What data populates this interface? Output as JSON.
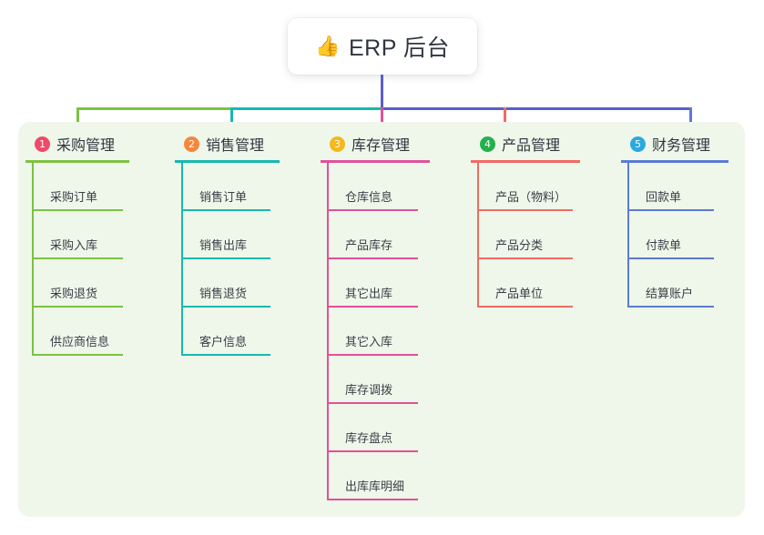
{
  "diagram": {
    "type": "org-tree",
    "root": {
      "icon": "thumbs-up-icon",
      "emoji": "👍",
      "label": "ERP 后台"
    },
    "palette": {
      "panel_bg": "#eef7ea",
      "page_bg": "#ffffff",
      "root_stem": "#5b5fc7",
      "text": "#2f3640",
      "item_text": "#3a3f47"
    },
    "columns": [
      {
        "number": "1",
        "badge_color": "#f2496b",
        "line_color": "#7cc242",
        "title": "采购管理",
        "items": [
          "采购订单",
          "采购入库",
          "采购退货",
          "供应商信息"
        ]
      },
      {
        "number": "2",
        "badge_color": "#f5873b",
        "line_color": "#17b8b0",
        "title": "销售管理",
        "items": [
          "销售订单",
          "销售出库",
          "销售退货",
          "客户信息"
        ]
      },
      {
        "number": "3",
        "badge_color": "#f5b81d",
        "line_color": "#e2509a",
        "title": "库存管理",
        "items": [
          "仓库信息",
          "产品库存",
          "其它出库",
          "其它入库",
          "库存调拨",
          "库存盘点",
          "出库库明细"
        ]
      },
      {
        "number": "4",
        "badge_color": "#22b14c",
        "line_color": "#f26a62",
        "title": "产品管理",
        "items": [
          "产品（物料）",
          "产品分类",
          "产品单位"
        ]
      },
      {
        "number": "5",
        "badge_color": "#2aa9e0",
        "line_color": "#5b7bd5",
        "title": "财务管理",
        "items": [
          "回款单",
          "付款单",
          "结算账户"
        ]
      }
    ]
  }
}
